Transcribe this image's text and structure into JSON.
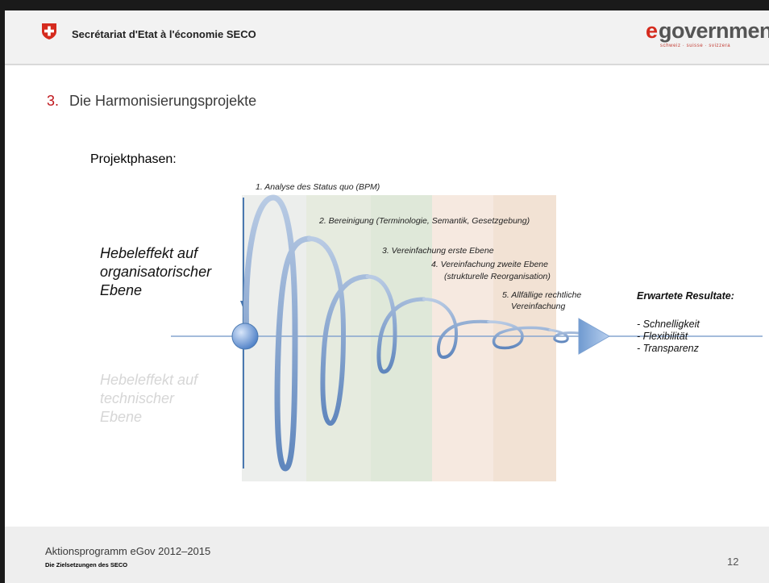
{
  "header": {
    "org_name": "Secrétariat d'Etat à l'économie SECO",
    "logo_text_accent": "e",
    "logo_text_main": "government",
    "logo_subtitle": "schweiz · suisse · svizzera"
  },
  "section": {
    "number": "3.",
    "title": "Die Harmonisierungsprojekte"
  },
  "diagram": {
    "heading": "Projektphasen:",
    "leverage_org": [
      "Hebeleffekt auf",
      "organisatorischer",
      "Ebene"
    ],
    "leverage_tech": [
      "Hebeleffekt auf",
      "technischer",
      "Ebene"
    ],
    "phases": [
      "1. Analyse des Status quo (BPM)",
      "2. Bereinigung (Terminologie, Semantik, Gesetzgebung)",
      "3. Vereinfachung erste Ebene",
      "4. Vereinfachung zweite Ebene",
      "(strukturelle Reorganisation)",
      "5. Allfällige rechtliche",
      "Vereinfachung"
    ],
    "results_title": "Erwartete Resultate:",
    "results": [
      "- Schnelligkeit",
      "- Flexibilität",
      "- Transparenz"
    ],
    "colors": {
      "band_1": "#eceeec",
      "band_2": "#e6ebdf",
      "band_3": "#dfe8d9",
      "band_4": "#f6e9e0",
      "band_5": "#f2e2d4",
      "axis": "#4a78b0",
      "spiral": "#8aa6cc"
    }
  },
  "footer": {
    "program": "Aktionsprogramm eGov 2012–2015",
    "subtitle": "Die Zielsetzungen des SECO",
    "page_number": "12"
  },
  "brand_colors": {
    "seco_red": "#d52b1e",
    "title_red": "#c0171d"
  }
}
